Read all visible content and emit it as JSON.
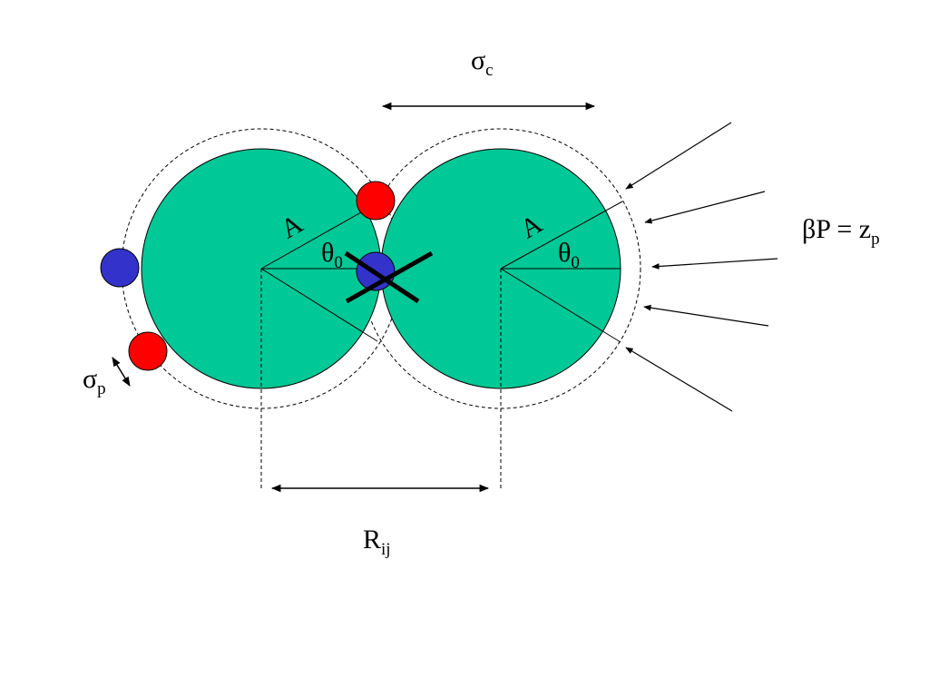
{
  "colors": {
    "colloid_fill": "#00c896",
    "particle_red": "#ff0000",
    "particle_blue": "#3333cc",
    "line": "#000000"
  },
  "labels": {
    "sigma_c": {
      "base": "σ",
      "sub": "c"
    },
    "sigma_p": {
      "base": "σ",
      "sub": "p"
    },
    "r_ij": {
      "base": "R",
      "sub": "ij"
    },
    "pressure": {
      "base": "βP = z",
      "sub": "p"
    },
    "radius_left": "A",
    "radius_right": "A",
    "theta_left": {
      "base": "θ",
      "sub": "0"
    },
    "theta_right": {
      "base": "θ",
      "sub": "0"
    }
  }
}
